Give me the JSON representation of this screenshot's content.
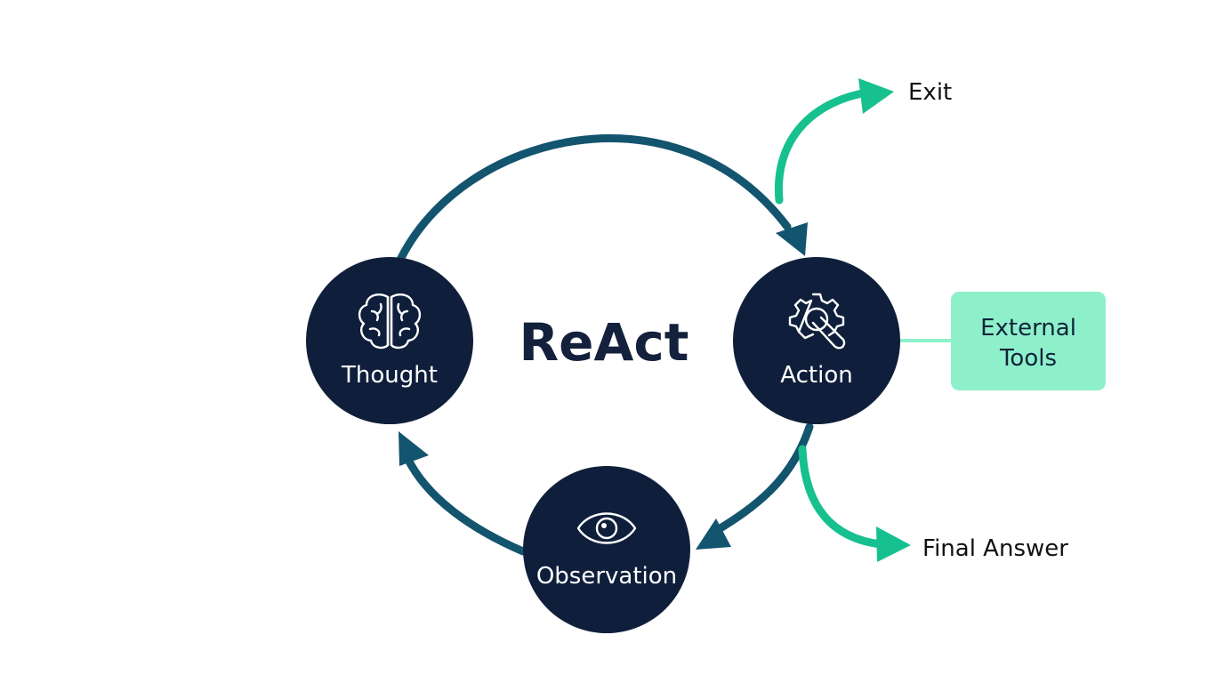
{
  "title": "ReAct",
  "nodes": {
    "thought": {
      "label": "Thought",
      "icon": "brain-icon"
    },
    "action": {
      "label": "Action",
      "icon": "gear-wrench-icon"
    },
    "observation": {
      "label": "Observation",
      "icon": "eye-icon"
    }
  },
  "external_tools": {
    "line1": "External",
    "line2": "Tools"
  },
  "outputs": {
    "exit": "Exit",
    "final_answer": "Final Answer"
  },
  "colors": {
    "node_fill": "#0f1f3b",
    "loop_arrow": "#13546e",
    "exit_arrow": "#17c08f",
    "tools_box": "#8ef0cb",
    "tools_connector": "#8ef0cb",
    "title_text": "#13213d"
  }
}
